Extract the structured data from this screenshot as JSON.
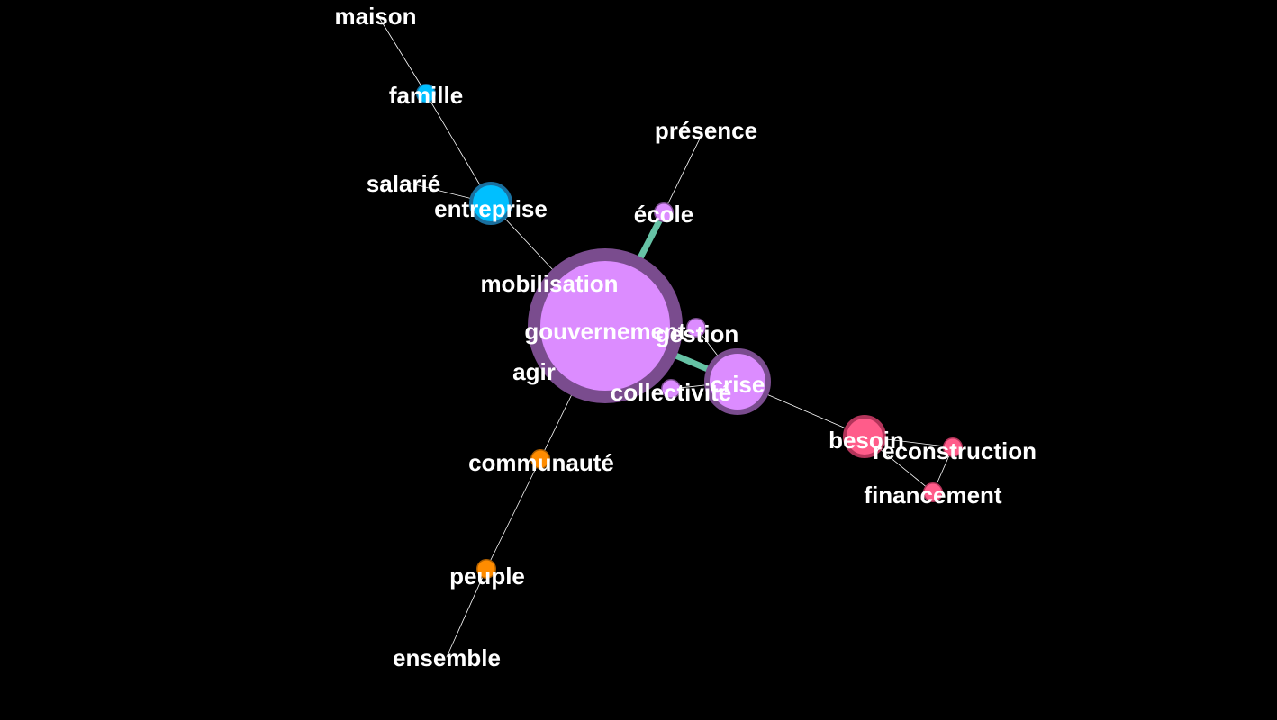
{
  "graph": {
    "colors": {
      "background": "#000000",
      "label": "#ffffff",
      "thin_edge": "#ffffff",
      "thick_edge": "#66c2a5",
      "violet": "#dc8cff",
      "violet_border": "#7a4c8e",
      "blue": "#00bfff",
      "blue_border": "#1a6f9e",
      "orange": "#ff8c00",
      "orange_border": "#b06000",
      "pink": "#ff5c8a",
      "pink_border": "#b3345a"
    },
    "nodes": [
      {
        "id": "maison",
        "label": "maison",
        "group": "blue",
        "size": 0
      },
      {
        "id": "famille",
        "label": "famille",
        "group": "blue",
        "size": 1
      },
      {
        "id": "salarie",
        "label": "salarié",
        "group": "blue",
        "size": 0
      },
      {
        "id": "entreprise",
        "label": "entreprise",
        "group": "blue",
        "size": 3
      },
      {
        "id": "presence",
        "label": "présence",
        "group": "violet",
        "size": 0
      },
      {
        "id": "ecole",
        "label": "école",
        "group": "violet",
        "size": 1
      },
      {
        "id": "mobilisation",
        "label": "mobilisation",
        "group": "violet",
        "size": 0
      },
      {
        "id": "gouvernement",
        "label": "gouvernement",
        "group": "violet",
        "size": 10
      },
      {
        "id": "gestion",
        "label": "gestion",
        "group": "violet",
        "size": 1
      },
      {
        "id": "agir",
        "label": "agir",
        "group": "violet",
        "size": 0
      },
      {
        "id": "crise",
        "label": "crise",
        "group": "violet",
        "size": 5
      },
      {
        "id": "collectivite",
        "label": "collectivité",
        "group": "violet",
        "size": 1
      },
      {
        "id": "besoin",
        "label": "besoin",
        "group": "pink",
        "size": 3
      },
      {
        "id": "reconstruction",
        "label": "reconstruction",
        "group": "pink",
        "size": 1
      },
      {
        "id": "financement",
        "label": "financement",
        "group": "pink",
        "size": 1
      },
      {
        "id": "communaute",
        "label": "communauté",
        "group": "orange",
        "size": 1
      },
      {
        "id": "peuple",
        "label": "peuple",
        "group": "orange",
        "size": 1
      },
      {
        "id": "ensemble",
        "label": "ensemble",
        "group": "orange",
        "size": 0
      }
    ],
    "edges": [
      {
        "source": "maison",
        "target": "famille",
        "weight": 1
      },
      {
        "source": "famille",
        "target": "entreprise",
        "weight": 1
      },
      {
        "source": "salarie",
        "target": "entreprise",
        "weight": 1
      },
      {
        "source": "entreprise",
        "target": "gouvernement",
        "weight": 1
      },
      {
        "source": "presence",
        "target": "ecole",
        "weight": 1
      },
      {
        "source": "ecole",
        "target": "gouvernement",
        "weight": 6
      },
      {
        "source": "gouvernement",
        "target": "crise",
        "weight": 6
      },
      {
        "source": "gestion",
        "target": "crise",
        "weight": 1
      },
      {
        "source": "collectivite",
        "target": "crise",
        "weight": 1
      },
      {
        "source": "crise",
        "target": "besoin",
        "weight": 1
      },
      {
        "source": "besoin",
        "target": "reconstruction",
        "weight": 1
      },
      {
        "source": "besoin",
        "target": "financement",
        "weight": 1
      },
      {
        "source": "reconstruction",
        "target": "financement",
        "weight": 1
      },
      {
        "source": "gouvernement",
        "target": "communaute",
        "weight": 1
      },
      {
        "source": "communaute",
        "target": "peuple",
        "weight": 1
      },
      {
        "source": "peuple",
        "target": "ensemble",
        "weight": 1
      }
    ]
  }
}
